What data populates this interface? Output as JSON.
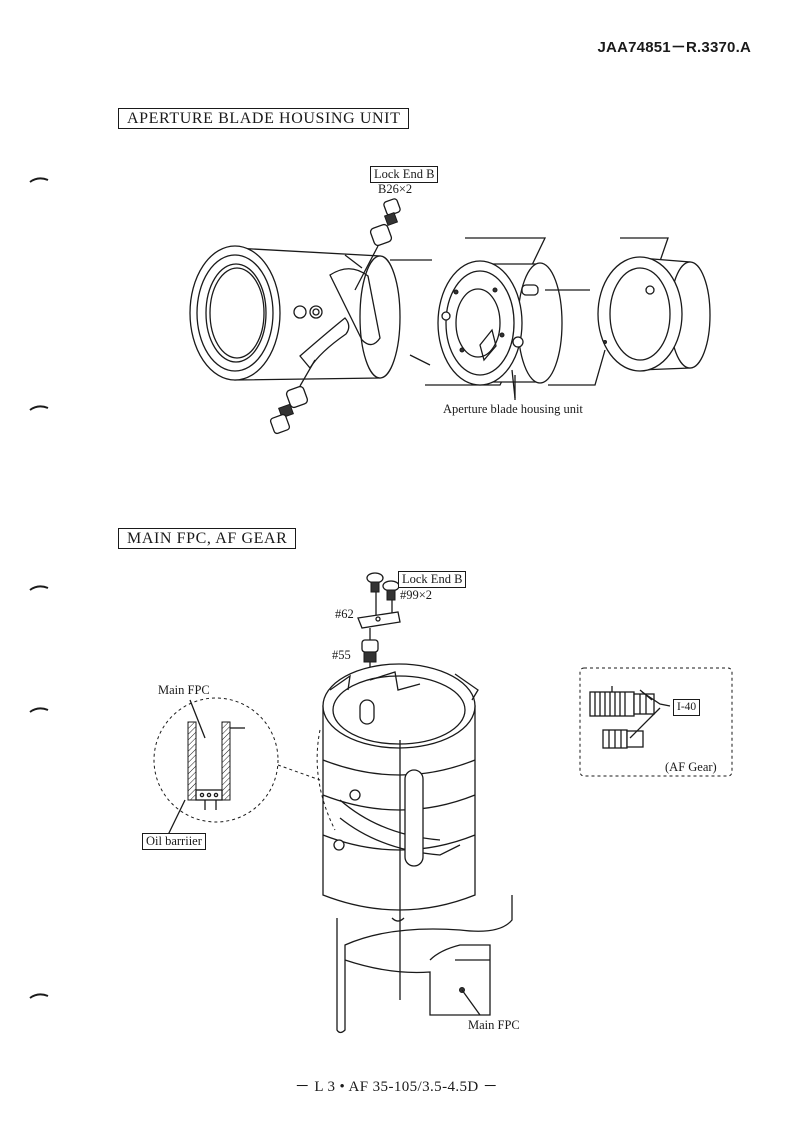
{
  "header": {
    "doc_number": "JAA74851－R.3370.A"
  },
  "section1": {
    "title": "APERTURE BLADE HOUSING UNIT",
    "labels": {
      "lock_end": "Lock End B",
      "screw_spec": "B26×2",
      "unit_caption": "Aperture blade housing unit"
    }
  },
  "section2": {
    "title": "MAIN FPC, AF GEAR",
    "labels": {
      "lock_end": "Lock End B",
      "screw_spec": "#99×2",
      "part_62": "#62",
      "part_55": "#55",
      "main_fpc_detail": "Main FPC",
      "oil_barrier": "Oil barriier",
      "grease": "I-40",
      "af_gear": "(AF Gear)",
      "main_fpc_bottom": "Main FPC"
    }
  },
  "footer": {
    "page_label": "－ L 3 • AF 35-105/3.5-4.5D －"
  }
}
